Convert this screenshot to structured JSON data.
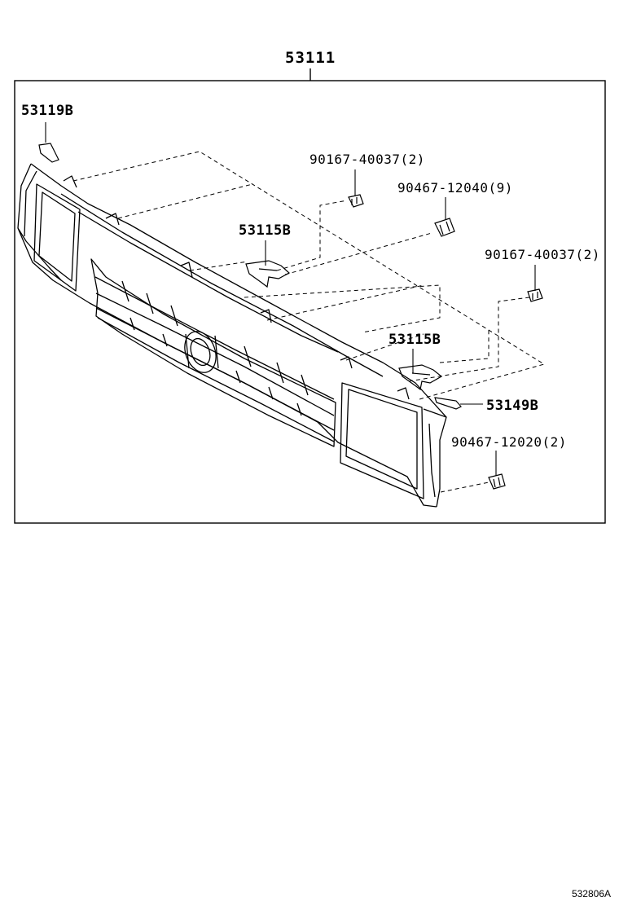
{
  "labels": {
    "assembly": "53111",
    "p53119B": "53119B",
    "p90167_top": "90167-40037(2)",
    "p90467_12040": "90467-12040(9)",
    "p53115B_left": "53115B",
    "p90167_right": "90167-40037(2)",
    "p53115B_right": "53115B",
    "p53149B": "53149B",
    "p90467_12020": "90467-12020(2)"
  },
  "diagram_code": "532806A"
}
